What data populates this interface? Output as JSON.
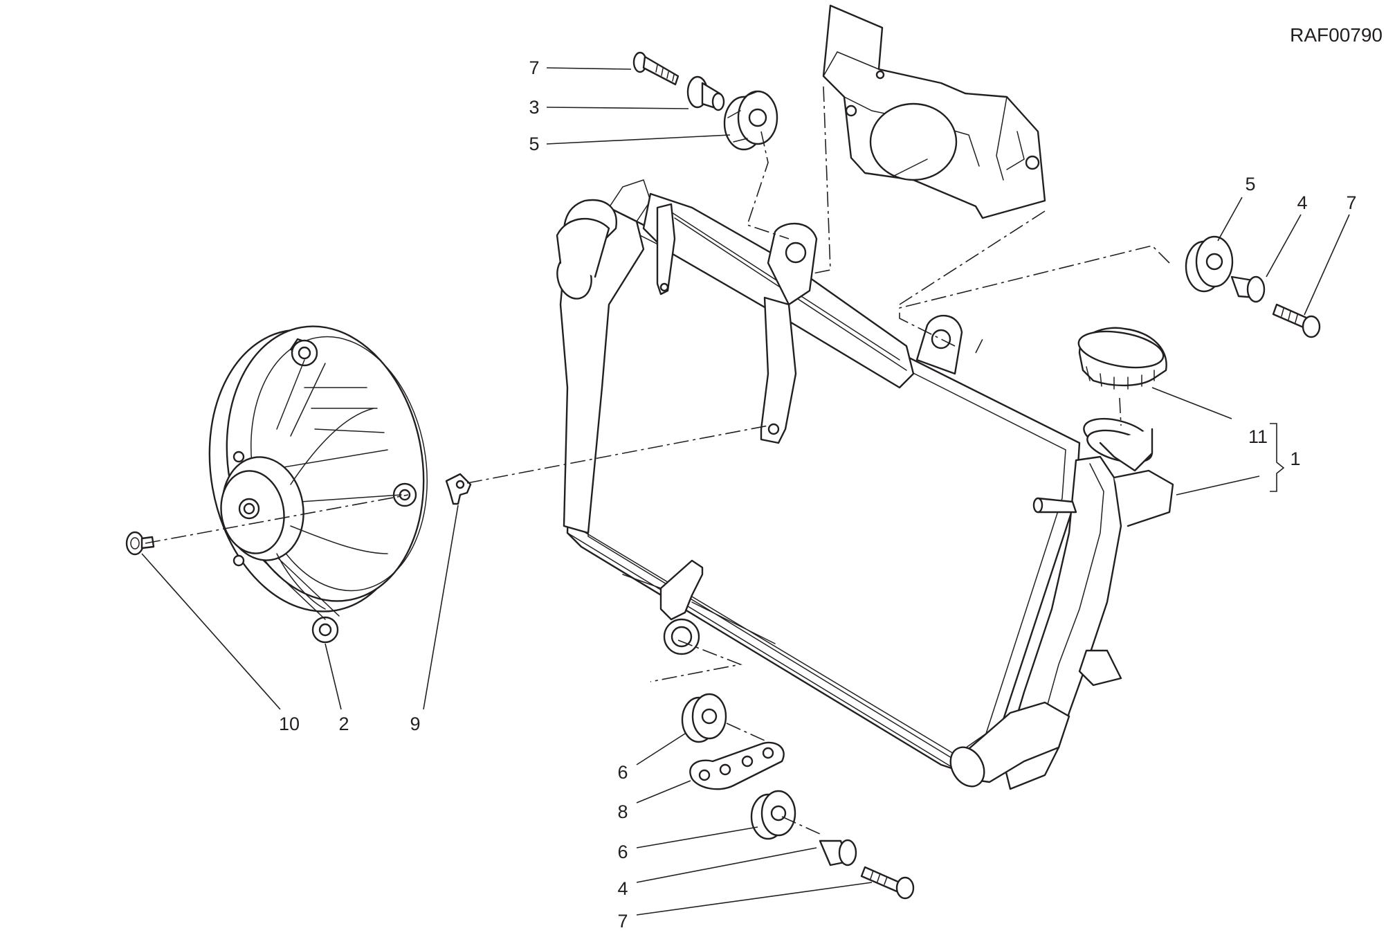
{
  "drawing": {
    "reference_code": "RAF00790"
  },
  "callouts": [
    {
      "id": "c7-top",
      "label": "7"
    },
    {
      "id": "c3",
      "label": "3"
    },
    {
      "id": "c5-top",
      "label": "5"
    },
    {
      "id": "c5-right",
      "label": "5"
    },
    {
      "id": "c4-right",
      "label": "4"
    },
    {
      "id": "c7-right",
      "label": "7"
    },
    {
      "id": "c11",
      "label": "11"
    },
    {
      "id": "c1",
      "label": "1"
    },
    {
      "id": "c10",
      "label": "10"
    },
    {
      "id": "c2",
      "label": "2"
    },
    {
      "id": "c9",
      "label": "9"
    },
    {
      "id": "c6-upper",
      "label": "6"
    },
    {
      "id": "c8",
      "label": "8"
    },
    {
      "id": "c6-lower",
      "label": "6"
    },
    {
      "id": "c4-bottom",
      "label": "4"
    },
    {
      "id": "c7-bottom",
      "label": "7"
    }
  ]
}
